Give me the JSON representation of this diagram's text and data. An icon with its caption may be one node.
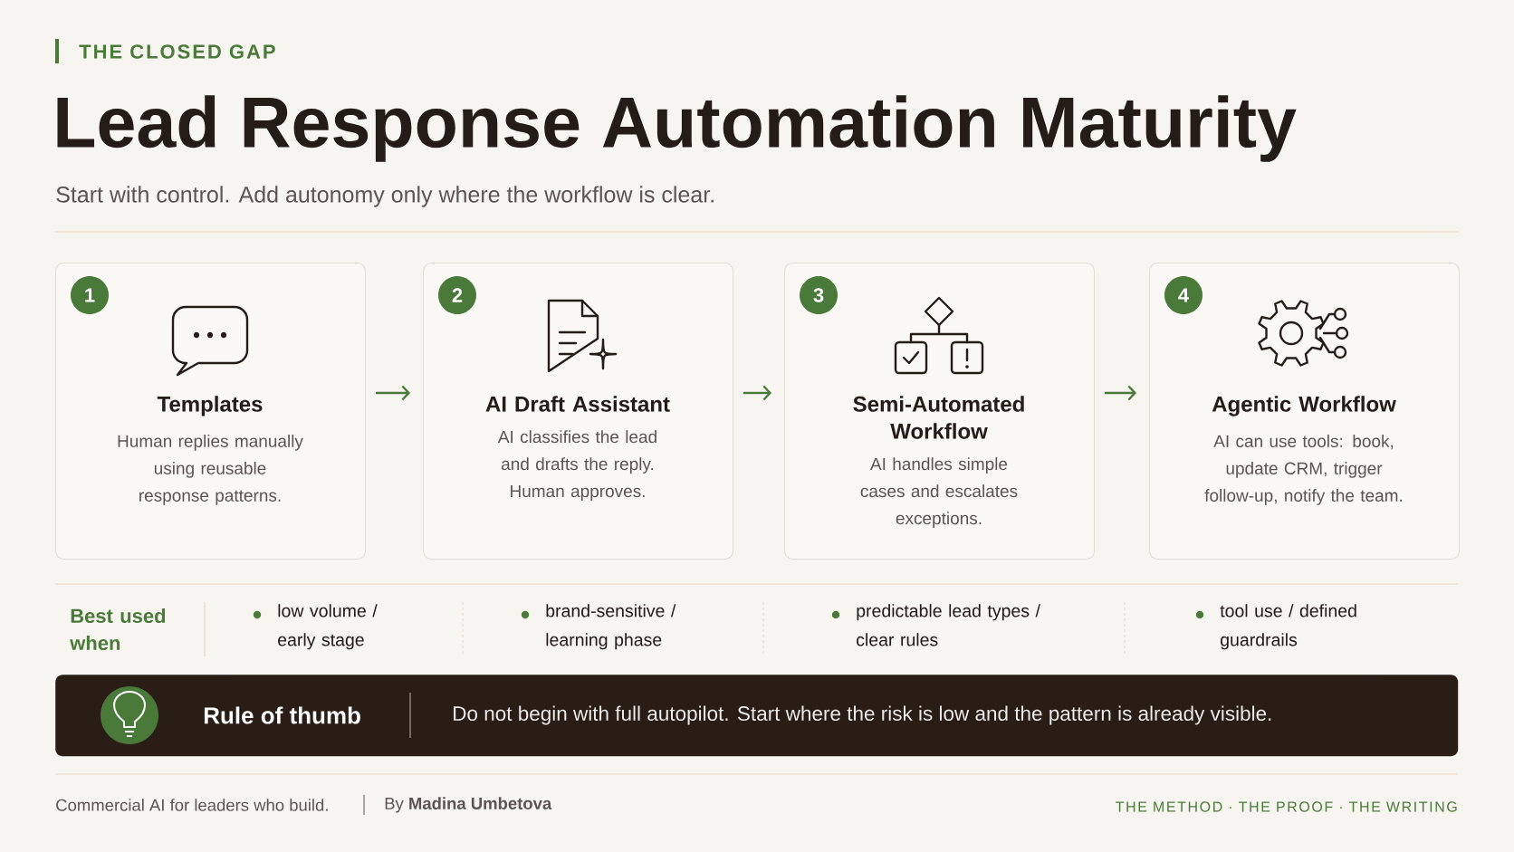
{
  "diagram": {
    "title": "Lead Response Automation Maturity",
    "nodes": [
      {
        "text": [
          "Templates",
          "Human replies manually using reusable response patterns."
        ]
      },
      {
        "text": [
          "1"
        ],
        "in": 0
      },
      {
        "text": [
          "AI Draft Assistant",
          "AI classifies the lead and drafts the reply. Human approves."
        ]
      },
      {
        "text": [
          "2"
        ],
        "in": 2
      },
      {
        "text": [
          "Semi-Automated Workflow",
          "AI handles simple cases and escalates exceptions."
        ]
      },
      {
        "text": [
          "3"
        ],
        "in": 4
      },
      {
        "text": [
          "Agentic Workflow",
          "AI can use tools: book, update CRM, trigger follow-up, notify the team."
        ]
      },
      {
        "text": [
          "4"
        ],
        "in": 6
      },
      {
        "text": [
          "Rule of thumb",
          "Do not begin with full autopilot. Start where the risk is low and the pattern is already visible."
        ]
      }
    ],
    "edges": [
      {
        "from": 0,
        "to": 2,
        "arrow": "to"
      },
      {
        "from": 2,
        "to": 4,
        "arrow": "to"
      },
      {
        "from": 4,
        "to": 6,
        "arrow": "to"
      }
    ],
    "labels": [
      "THE CLOSED GAP",
      "Start with control. Add autonomy only where the workflow is clear.",
      "Best used when",
      "low volume / early stage",
      "brand-sensitive / learning phase",
      "predictable lead types / clear rules",
      "tool use / defined guardrails",
      "Commercial AI for leaders who build.",
      "By **Madina Umbetova**",
      "THE METHOD · THE PROOF · THE WRITING"
    ]
  }
}
